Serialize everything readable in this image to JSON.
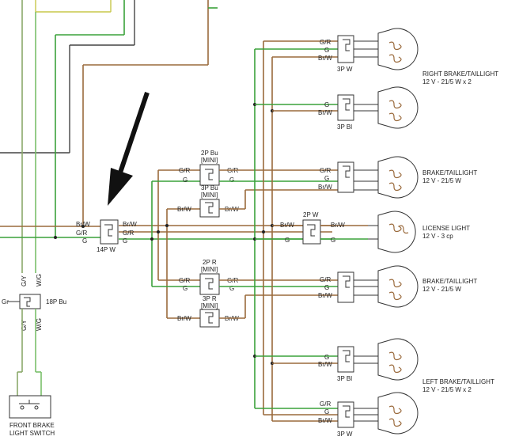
{
  "wires": {
    "gr": "G/R",
    "g": "G",
    "brw": "Br/W",
    "gy": "G/Y",
    "wg": "W/G",
    "gr_plain": "Gr"
  },
  "connectors": {
    "c14p": "14P W",
    "c18p": "18P Bu",
    "c2pbu_a": "2P Bu",
    "c2pbu_b": "[MINI]",
    "c3pbu_a": "3P Bu",
    "c3pbu_b": "[MINI]",
    "c2pr_a": "2P R",
    "c2pr_b": "[MINI]",
    "c3pr_a": "3P R",
    "c3pr_b": "[MINI]",
    "c2pw": "2P W",
    "c3pw_top": "3P W",
    "c3pbl_top": "3P Bl",
    "c3pbl_bot": "3P Bl",
    "c3pw_bot": "3P W"
  },
  "lights": {
    "right_a": "RIGHT BRAKE/TAILLIGHT",
    "right_b": "12 V - 21/5 W x 2",
    "bt1_a": "BRAKE/TAILLIGHT",
    "bt1_b": "12 V - 21/5 W",
    "lic_a": "LICENSE LIGHT",
    "lic_b": "12 V - 3 cp",
    "bt2_a": "BRAKE/TAILLIGHT",
    "bt2_b": "12 V - 21/5 W",
    "left_a": "LEFT BRAKE/TAILLIGHT",
    "left_b": "12 V - 21/5 W x 2"
  },
  "switch": {
    "line1": "FRONT BRAKE",
    "line2": "LIGHT SWITCH"
  },
  "icons": [
    "arrow-icon",
    "bulb-icon",
    "connector-icon",
    "switch-icon"
  ]
}
